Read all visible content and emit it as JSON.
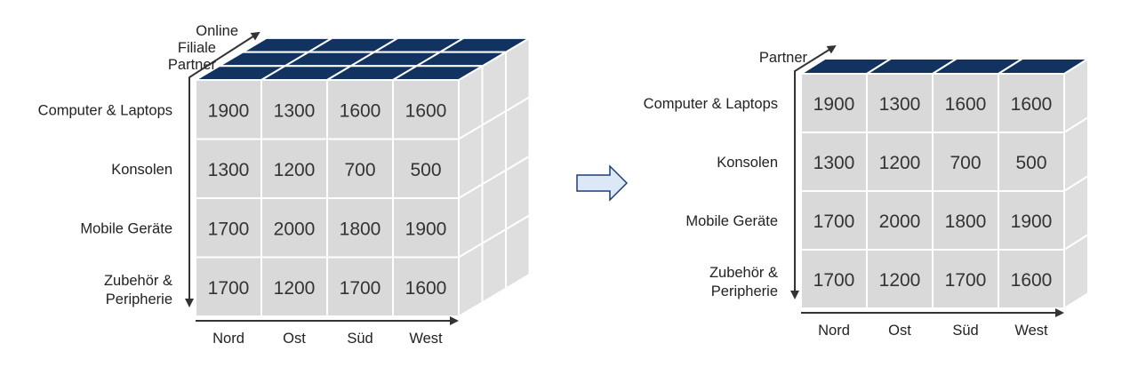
{
  "colors": {
    "cell": "#d9d9d9",
    "top": "#12335f",
    "side": "#dedede",
    "grid": "#ffffff",
    "axis": "#333333",
    "arrow_fill": "#dde8f7",
    "arrow_stroke": "#1f3f73"
  },
  "rows": [
    "Computer & Laptops",
    "Konsolen",
    "Mobile Geräte",
    "Zubehör &\nPeripherie"
  ],
  "columns": [
    "Nord",
    "Ost",
    "Süd",
    "West"
  ],
  "values": [
    [
      1900,
      1300,
      1600,
      1600
    ],
    [
      1300,
      1200,
      700,
      500
    ],
    [
      1700,
      2000,
      1800,
      1900
    ],
    [
      1700,
      1200,
      1700,
      1600
    ]
  ],
  "left_cube": {
    "channels": [
      "Online",
      "Filiale",
      "Partner"
    ]
  },
  "right_cube": {
    "channels": [
      "Partner"
    ]
  },
  "transition_icon": "right-arrow-icon"
}
